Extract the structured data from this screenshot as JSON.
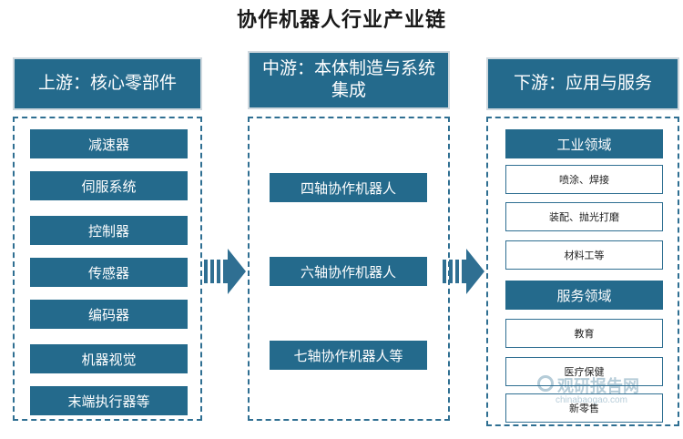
{
  "title": "协作机器人行业产业链",
  "upstream": {
    "header": "上游：核心零部件",
    "items": [
      "减速器",
      "伺服系统",
      "控制器",
      "传感器",
      "编码器",
      "机器视觉",
      "末端执行器等"
    ]
  },
  "midstream": {
    "header": "中游：本体制造与系统集成",
    "items": [
      "四轴协作机器人",
      "六轴协作机器人",
      "七轴协作机器人等"
    ]
  },
  "downstream": {
    "header": "下游：应用与服务",
    "industrial": {
      "label": "工业领域",
      "items": [
        "喷涂、焊接",
        "装配、抛光打磨",
        "材料工等"
      ]
    },
    "service": {
      "label": "服务领域",
      "items": [
        "教育",
        "医疗保健",
        "新零售"
      ]
    }
  },
  "watermark": {
    "main": "观研报告网",
    "sub": "chinabaogao.com"
  },
  "colors": {
    "box_fill": "#246a8c",
    "border": "#2f6f92"
  }
}
